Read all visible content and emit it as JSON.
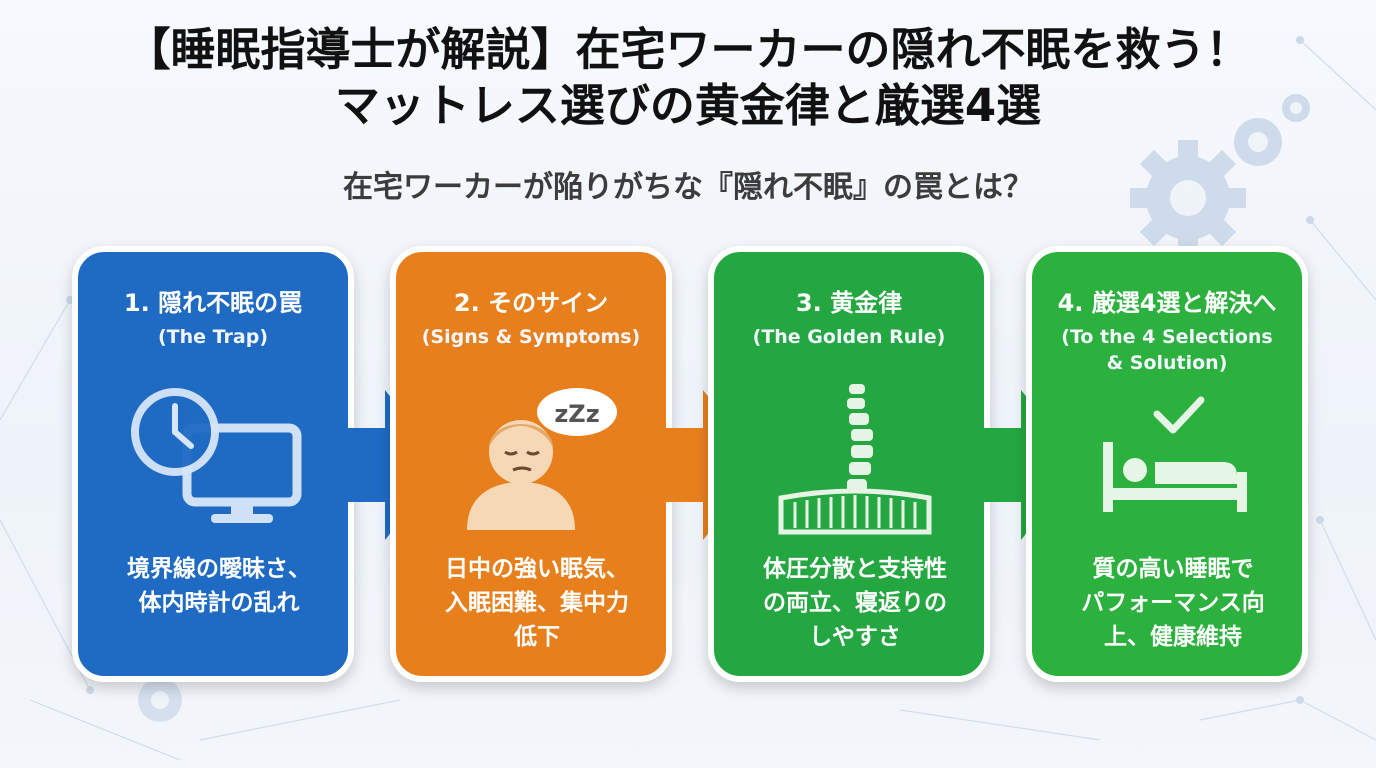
{
  "title_line1": "【睡眠指導士が解説】在宅ワーカーの隠れ不眠を救う！",
  "title_line2": "マットレス選びの黄金律と厳選4選",
  "subtitle": "在宅ワーカーが陥りがちな『隠れ不眠』の罠とは？",
  "colors": {
    "blue": "#1f6bc4",
    "orange": "#e77f1d",
    "green": "#24a741",
    "green2": "#2cb03e"
  },
  "steps": [
    {
      "title": "1. 隠れ不眠の罠",
      "subtitle": "(The Trap)",
      "icon": "clock-monitor-icon",
      "desc_lines": [
        "境界線の曖昧さ、",
        "体内時計の乱れ"
      ]
    },
    {
      "title": "2. そのサイン",
      "subtitle": "(Signs & Symptoms)",
      "icon": "sleepy-person-icon",
      "zzz": "zZz",
      "desc_lines": [
        "日中の強い眠気、",
        "入眠困難、集中力",
        "低下"
      ]
    },
    {
      "title": "3. 黄金律",
      "subtitle": "(The Golden Rule)",
      "icon": "spine-mattress-icon",
      "desc_lines": [
        "体圧分散と支持性",
        "の両立、寝返りの",
        "しやすさ"
      ]
    },
    {
      "title": "4. 厳選4選と解決へ",
      "subtitle_lines": [
        "(To the 4 Selections",
        "& Solution)"
      ],
      "icon": "bed-check-icon",
      "desc_lines": [
        "質の高い睡眠で",
        "パフォーマンス向",
        "上、健康維持"
      ]
    }
  ]
}
